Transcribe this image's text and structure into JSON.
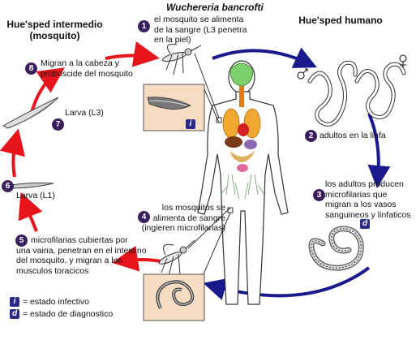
{
  "title": "Wuchereria bancrofti",
  "headers": {
    "intermediate": "Hue'sped intermedio\n(mosquito)",
    "human": "Hue'sped humano"
  },
  "steps": [
    {
      "n": "1",
      "text": "el mosquito se alimenta\nde la sangre (L3 penetra\nen la piel)"
    },
    {
      "n": "2",
      "text": "adultos en la linfa"
    },
    {
      "n": "3",
      "text": "los adultos producen\nmicrofilarias que\nmigran a los vasos\nsanguineos y linfaticos"
    },
    {
      "n": "4",
      "text": "los mosquitos se\nalimenta de sangre\n(ingieren microfilarias)"
    },
    {
      "n": "5",
      "text": "microfilarias cubiertas por\nuna vaina, penetran en el intestino\ndel mosquito, y migran a los\nmusculos toracicos"
    },
    {
      "n": "6",
      "text": "Larva (L1)"
    },
    {
      "n": "7",
      "text": "Larva (L3)"
    },
    {
      "n": "8",
      "text": "Migran a la cabeza y\nproboscide del mosquito"
    }
  ],
  "badges": {
    "infective": "i",
    "diagnostic": "d"
  },
  "legend": {
    "infective": "= estado infectivo",
    "diagnostic": "= estado de diagnostico"
  },
  "colors": {
    "red_arrow": "#e8141c",
    "blue_arrow": "#1a1a8c",
    "badge": "#3a1f5c",
    "box_fill": "#f6dcc0"
  }
}
